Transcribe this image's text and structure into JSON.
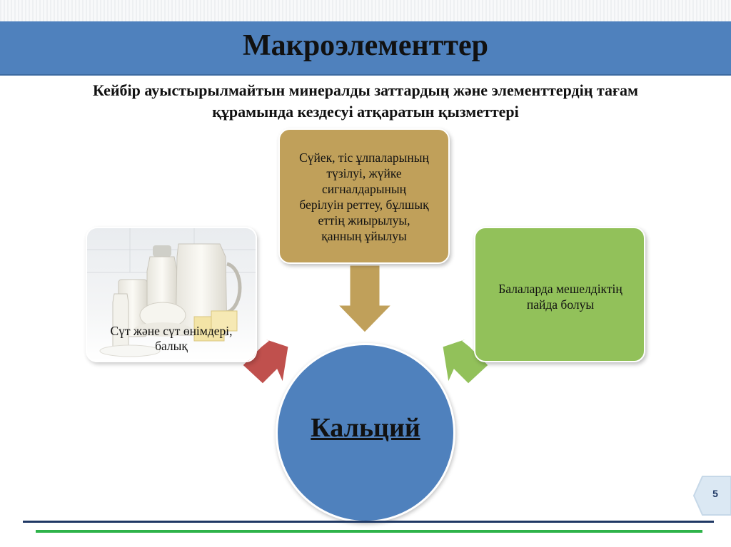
{
  "slide": {
    "title": "Макроэлементтер",
    "subtitle_line1": "Кейбір ауыстырылмайтын минералды заттардың және элементтердің тағам",
    "subtitle_line2": "құрамында кездесуі атқаратын қызметтері",
    "page_number": "5"
  },
  "diagram": {
    "center": {
      "label": "Кальций",
      "color": "#4f81bd"
    },
    "top_box": {
      "lines": [
        "Сүйек, тіс ұлпаларының",
        "түзілуі, жүйке",
        "сигналдарының",
        "берілуін реттеу, бұлшық",
        "еттің жиырылуы,",
        "қанның ұйылуы"
      ],
      "color": "#c0a05a"
    },
    "right_box": {
      "lines": [
        "Балаларда мешелдіктің",
        "пайда болуы"
      ],
      "color": "#92c15a"
    },
    "left_box": {
      "lines": [
        "Сүт және сүт өнімдері,",
        "балық"
      ],
      "image_icon": "dairy-products-photo"
    },
    "arrows": {
      "top_color": "#c0a05a",
      "left_color": "#c0504d",
      "right_color": "#92c15a"
    }
  },
  "colors": {
    "title_bar": "#4f81bd",
    "footer_navy": "#1f3864",
    "footer_green": "#2eb34a"
  }
}
